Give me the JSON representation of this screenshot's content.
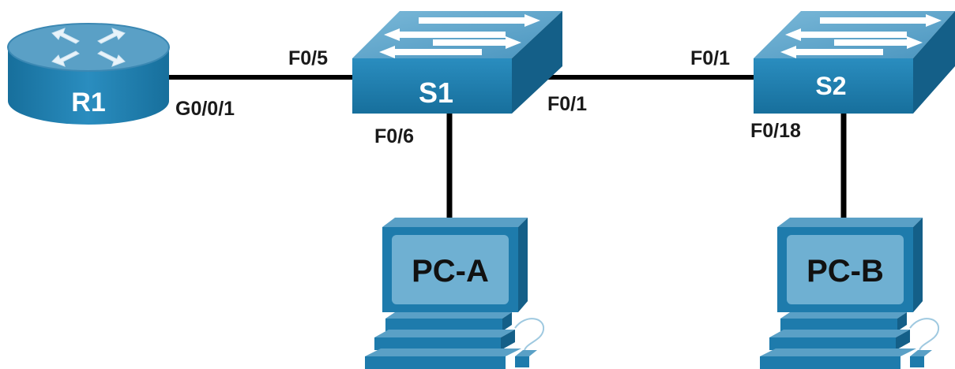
{
  "colors": {
    "device_top": "#5aa0c6",
    "device_front": "#1e7bac",
    "device_side": "#145f88",
    "cable": "#000000",
    "pc_screen": "#6fb0d2",
    "pc_body": "#1e7bac"
  },
  "devices": {
    "r1": {
      "label": "R1",
      "icon": "router-icon"
    },
    "s1": {
      "label": "S1",
      "icon": "switch-icon"
    },
    "s2": {
      "label": "S2",
      "icon": "switch-icon"
    },
    "pca": {
      "label": "PC-A",
      "icon": "pc-icon"
    },
    "pcb": {
      "label": "PC-B",
      "icon": "pc-icon"
    }
  },
  "ports": {
    "r1_s1_r1side": "G0/0/1",
    "r1_s1_s1side": "F0/5",
    "s1_s2_s1side": "F0/1",
    "s1_s2_s2side": "F0/1",
    "s1_pca": "F0/6",
    "s2_pcb": "F0/18"
  }
}
